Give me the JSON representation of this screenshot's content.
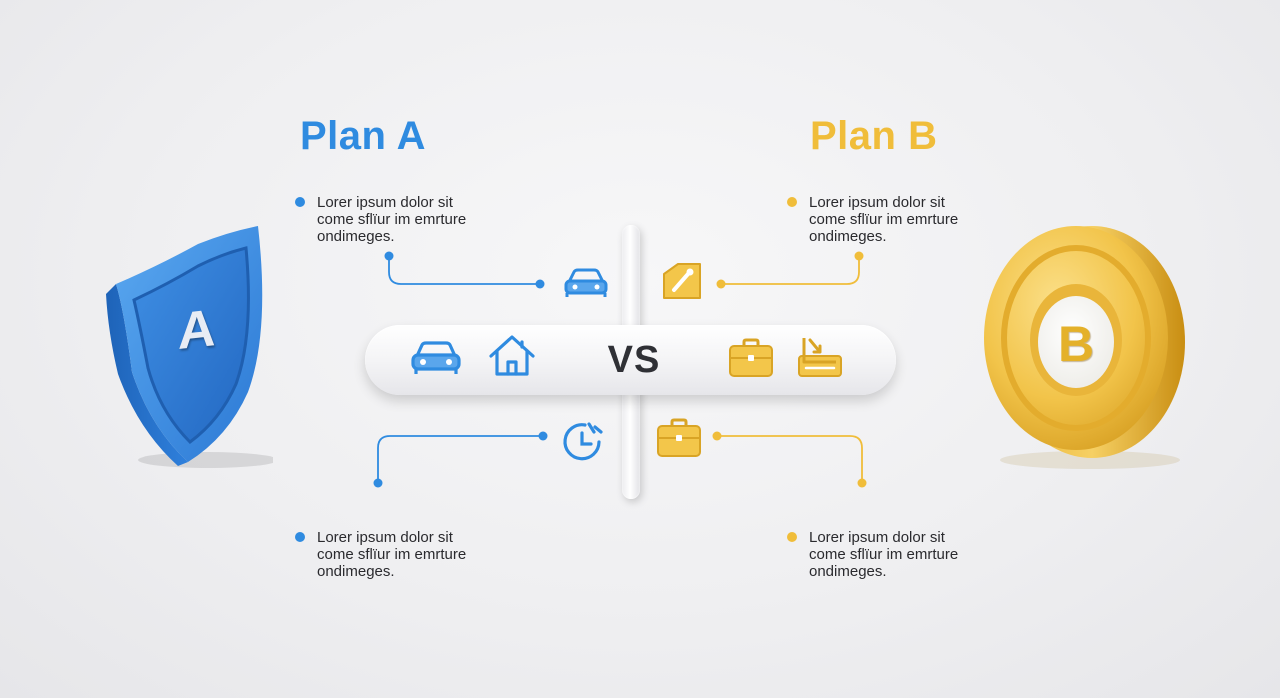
{
  "colors": {
    "plan_a": "#2f8be0",
    "plan_b": "#f0bd3a",
    "text": "#2a2a2e"
  },
  "plan_a": {
    "title": "Plan A",
    "emblem_letter": "A",
    "emblem_icon": "shield-icon",
    "notes": [
      {
        "lines": [
          "Lorer ipsum dolor sit",
          "come sflïur im emrture",
          "ondimeges."
        ]
      },
      {
        "lines": [
          "Lorer ipsum dolor sit",
          "come sflïur im emrture",
          "ondimeges."
        ]
      }
    ],
    "icons": [
      "car-icon",
      "car-icon",
      "house-icon",
      "clock-icon"
    ]
  },
  "plan_b": {
    "title": "Plan B",
    "emblem_letter": "B",
    "emblem_icon": "coin-icon",
    "notes": [
      {
        "lines": [
          "Lorer ipsum dolor sit",
          "come sflïur im emrture",
          "ondimeges."
        ]
      },
      {
        "lines": [
          "Lorer ipsum dolor sit",
          "come sflïur im emrture",
          "ondimeges."
        ]
      }
    ],
    "icons": [
      "tag-icon",
      "briefcase-icon",
      "document-icon",
      "briefcase-icon"
    ]
  },
  "center": {
    "vs_label": "VS"
  }
}
